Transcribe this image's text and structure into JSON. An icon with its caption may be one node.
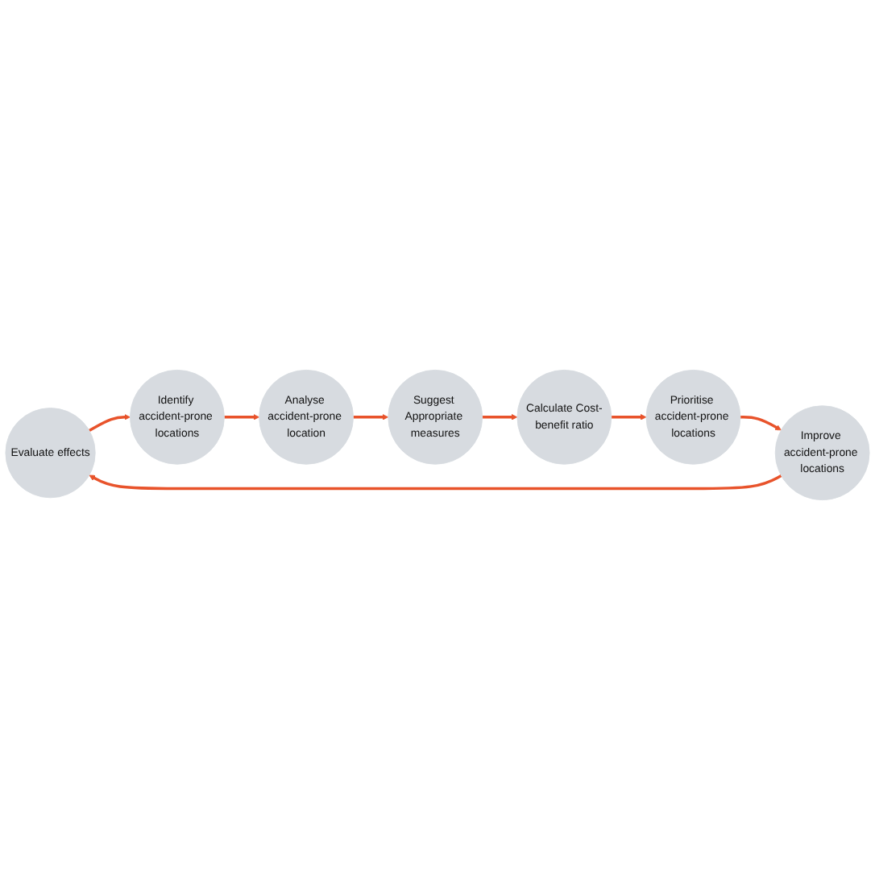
{
  "diagram": {
    "nodes": [
      {
        "text": [
          "Evaluate effects"
        ]
      },
      {
        "text": [
          "Identify accident-prone locations"
        ]
      },
      {
        "text": [
          "Analyse accident-prone location"
        ]
      },
      {
        "text": [
          "Suggest Appropriate measures"
        ]
      },
      {
        "text": [
          "Calculate Cost-benefit ratio"
        ]
      },
      {
        "text": [
          "Prioritise accident-prone locations"
        ]
      },
      {
        "text": [
          "Improve accident-prone locations"
        ]
      }
    ],
    "edges": [
      {
        "from": 0,
        "to": 1,
        "arrow": "to"
      },
      {
        "from": 1,
        "to": 2,
        "arrow": "to"
      },
      {
        "from": 2,
        "to": 3,
        "arrow": "to"
      },
      {
        "from": 3,
        "to": 4,
        "arrow": "to"
      },
      {
        "from": 4,
        "to": 5,
        "arrow": "to"
      },
      {
        "from": 5,
        "to": 6,
        "arrow": "to"
      },
      {
        "from": 6,
        "to": 0,
        "arrow": "to"
      }
    ]
  }
}
